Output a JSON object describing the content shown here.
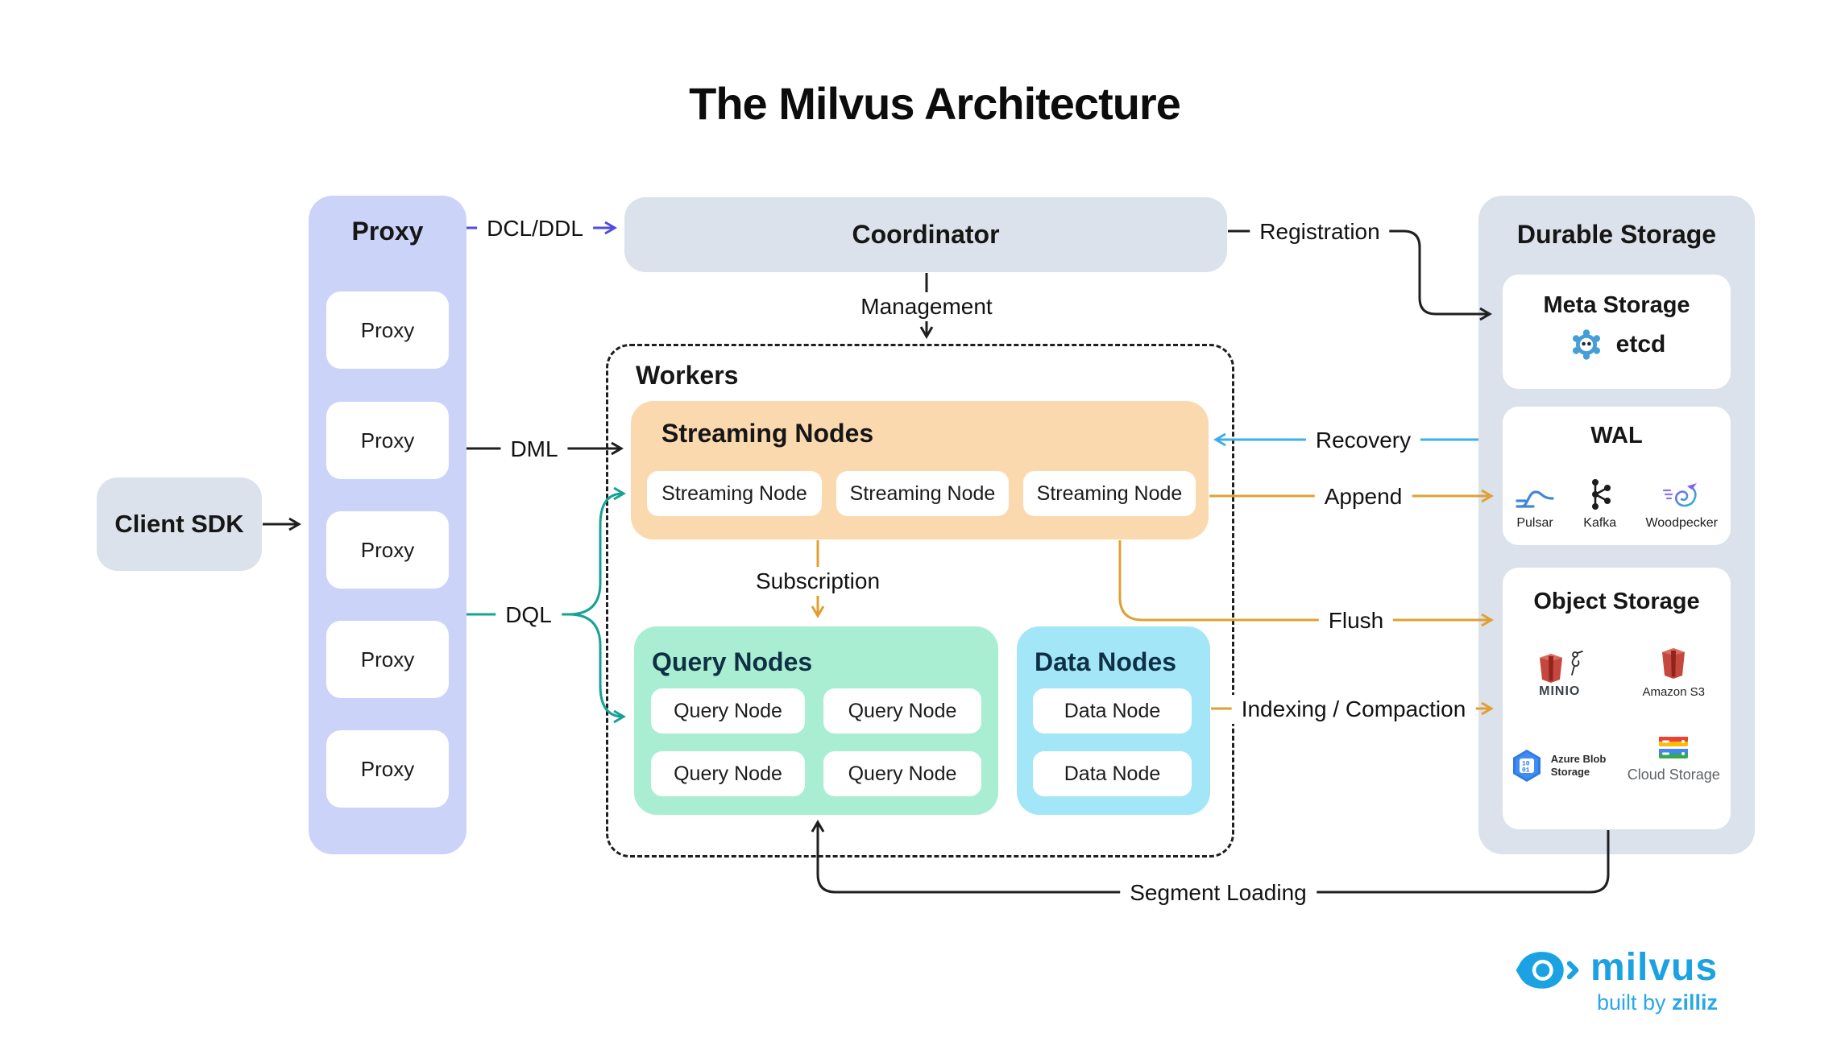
{
  "title": "The Milvus Architecture",
  "client_sdk": {
    "label": "Client SDK"
  },
  "proxy_group": {
    "title": "Proxy",
    "nodes": [
      "Proxy",
      "Proxy",
      "Proxy",
      "Proxy",
      "Proxy"
    ]
  },
  "coordinator": {
    "label": "Coordinator"
  },
  "workers": {
    "title": "Workers",
    "streaming": {
      "title": "Streaming Nodes",
      "nodes": [
        "Streaming Node",
        "Streaming Node",
        "Streaming Node"
      ]
    },
    "query": {
      "title": "Query Nodes",
      "nodes": [
        "Query Node",
        "Query Node",
        "Query Node",
        "Query Node"
      ]
    },
    "data": {
      "title": "Data Nodes",
      "nodes": [
        "Data Node",
        "Data Node"
      ]
    }
  },
  "durable_storage": {
    "title": "Durable Storage",
    "meta_storage": {
      "title": "Meta Storage",
      "tech": "etcd"
    },
    "wal": {
      "title": "WAL",
      "techs": [
        "Pulsar",
        "Kafka",
        "Woodpecker"
      ]
    },
    "object_storage": {
      "title": "Object Storage",
      "techs": [
        "MINIO",
        "Amazon S3",
        "Azure Blob Storage",
        "Cloud Storage"
      ]
    }
  },
  "edges": {
    "dcl_ddl": "DCL/DDL",
    "management": "Management",
    "registration": "Registration",
    "dml": "DML",
    "dql": "DQL",
    "subscription": "Subscription",
    "recovery": "Recovery",
    "append": "Append",
    "flush": "Flush",
    "indexing_compaction": "Indexing / Compaction",
    "segment_loading": "Segment Loading"
  },
  "branding": {
    "product": "milvus",
    "built_by": "built by",
    "company": "zilliz"
  },
  "colors": {
    "line_black": "#1f1f1f",
    "accent_violet": "#4f4de0",
    "accent_teal": "#18a295",
    "accent_blue": "#3dafe8",
    "accent_gold": "#dfa033",
    "panel_gray": "#dbe2eb",
    "proxy_lavender": "#ccd3f8",
    "streaming_orange": "#fbd9ae",
    "query_mint": "#a9eed2",
    "data_blue": "#a3e6f8",
    "header_navy": "#0e3044",
    "milvus_blue": "#1ca2e3"
  }
}
